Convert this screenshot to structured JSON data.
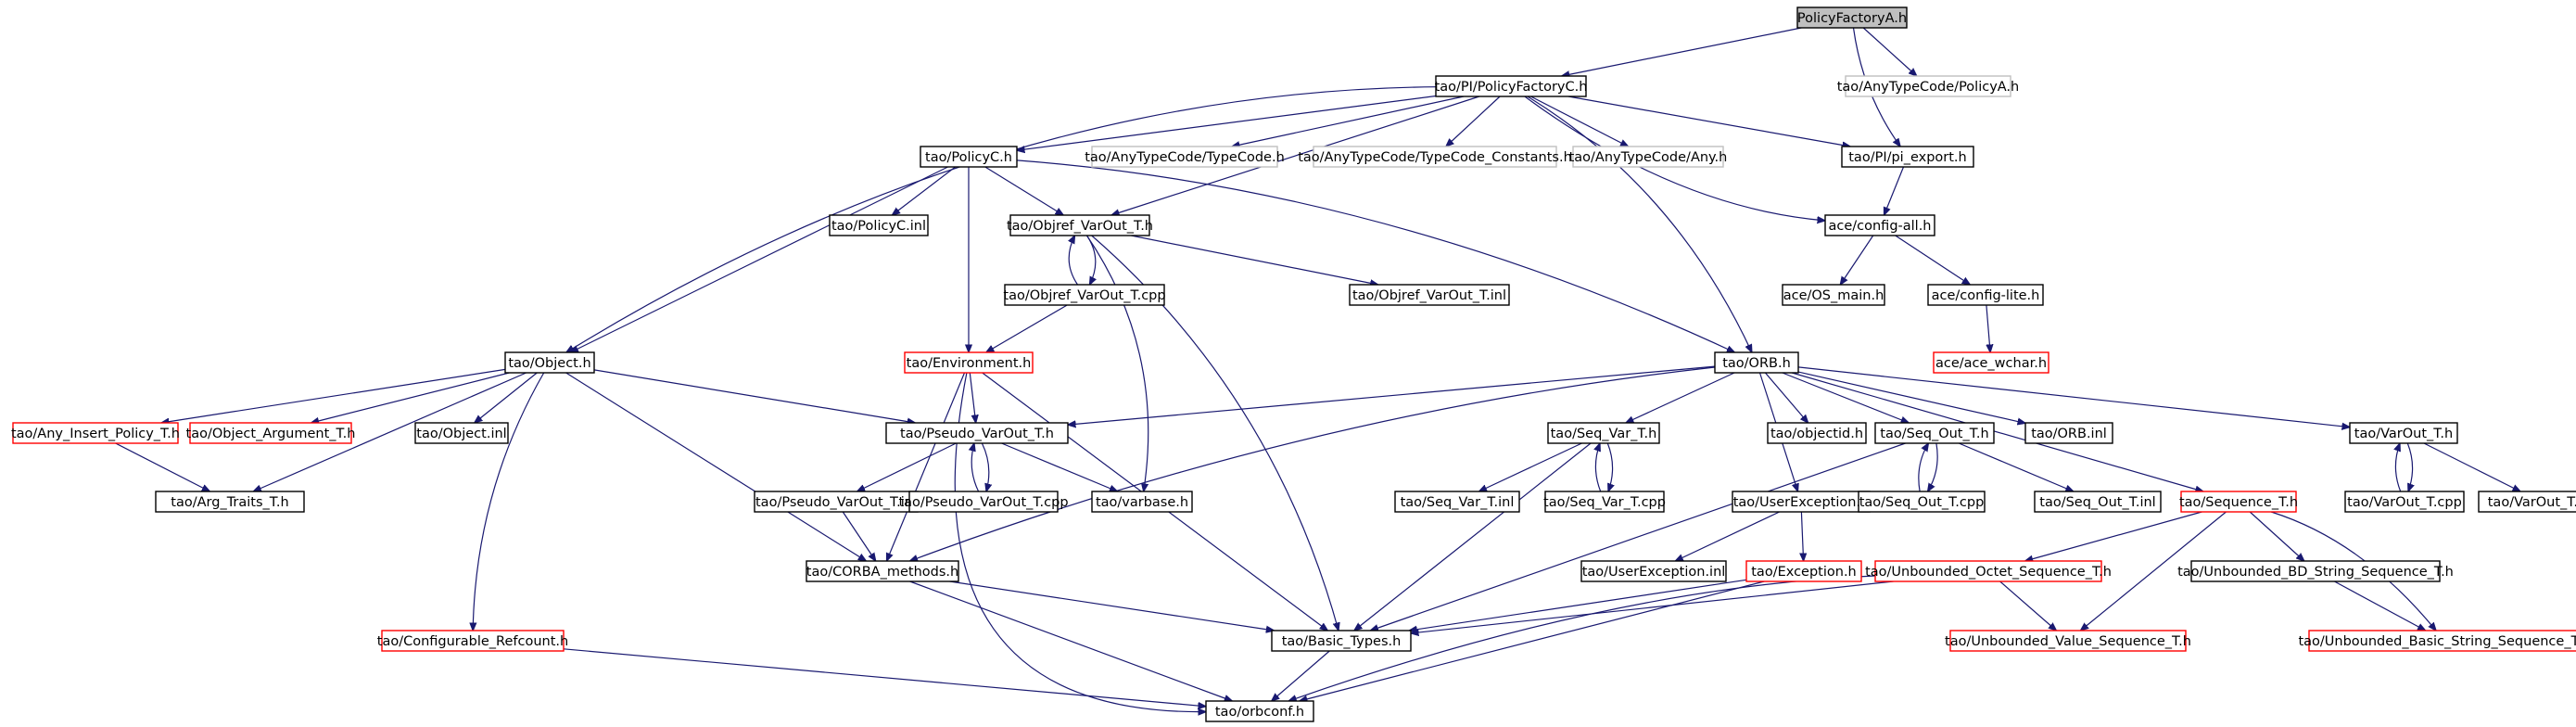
{
  "colors": {
    "edge": "#191970",
    "node_border": "#000000",
    "missing_border": "#bfbfbf",
    "incomplete_border": "#ff0000",
    "root_fill": "#bfbfbf",
    "node_fill": "#ffffff",
    "text": "#000000"
  },
  "nodes": [
    {
      "id": "root",
      "label": "PolicyFactoryA.h",
      "kind": "root"
    },
    {
      "id": "pifac",
      "label": "tao/PI/PolicyFactoryC.h",
      "kind": "normal"
    },
    {
      "id": "anypa",
      "label": "tao/AnyTypeCode/PolicyA.h",
      "kind": "missing"
    },
    {
      "id": "policyc",
      "label": "tao/PolicyC.h",
      "kind": "normal"
    },
    {
      "id": "tc",
      "label": "tao/AnyTypeCode/TypeCode.h",
      "kind": "missing"
    },
    {
      "id": "tcc",
      "label": "tao/AnyTypeCode/TypeCode_Constants.h",
      "kind": "missing"
    },
    {
      "id": "anyh",
      "label": "tao/AnyTypeCode/Any.h",
      "kind": "missing"
    },
    {
      "id": "piexp",
      "label": "tao/PI/pi_export.h",
      "kind": "normal"
    },
    {
      "id": "policyinl",
      "label": "tao/PolicyC.inl",
      "kind": "normal"
    },
    {
      "id": "objvo",
      "label": "tao/Objref_VarOut_T.h",
      "kind": "normal"
    },
    {
      "id": "configall",
      "label": "ace/config-all.h",
      "kind": "normal"
    },
    {
      "id": "objvocpp",
      "label": "tao/Objref_VarOut_T.cpp",
      "kind": "normal"
    },
    {
      "id": "objvoinl",
      "label": "tao/Objref_VarOut_T.inl",
      "kind": "normal"
    },
    {
      "id": "osmain",
      "label": "ace/OS_main.h",
      "kind": "normal"
    },
    {
      "id": "configlite",
      "label": "ace/config-lite.h",
      "kind": "normal"
    },
    {
      "id": "acewchar",
      "label": "ace/ace_wchar.h",
      "kind": "incomplete"
    },
    {
      "id": "object",
      "label": "tao/Object.h",
      "kind": "normal"
    },
    {
      "id": "env",
      "label": "tao/Environment.h",
      "kind": "incomplete"
    },
    {
      "id": "orb",
      "label": "tao/ORB.h",
      "kind": "normal"
    },
    {
      "id": "anyins",
      "label": "tao/Any_Insert_Policy_T.h",
      "kind": "incomplete"
    },
    {
      "id": "objarg",
      "label": "tao/Object_Argument_T.h",
      "kind": "incomplete"
    },
    {
      "id": "objinl",
      "label": "tao/Object.inl",
      "kind": "normal"
    },
    {
      "id": "pseudo",
      "label": "tao/Pseudo_VarOut_T.h",
      "kind": "normal"
    },
    {
      "id": "seqvar",
      "label": "tao/Seq_Var_T.h",
      "kind": "normal"
    },
    {
      "id": "objectid",
      "label": "tao/objectid.h",
      "kind": "normal"
    },
    {
      "id": "seqout",
      "label": "tao/Seq_Out_T.h",
      "kind": "normal"
    },
    {
      "id": "orbinl",
      "label": "tao/ORB.inl",
      "kind": "normal"
    },
    {
      "id": "varout",
      "label": "tao/VarOut_T.h",
      "kind": "normal"
    },
    {
      "id": "argtr",
      "label": "tao/Arg_Traits_T.h",
      "kind": "normal"
    },
    {
      "id": "pseudoinl",
      "label": "tao/Pseudo_VarOut_T.inl",
      "kind": "normal"
    },
    {
      "id": "pseudocpp",
      "label": "tao/Pseudo_VarOut_T.cpp",
      "kind": "normal"
    },
    {
      "id": "varbase",
      "label": "tao/varbase.h",
      "kind": "normal"
    },
    {
      "id": "seqvarinl",
      "label": "tao/Seq_Var_T.inl",
      "kind": "normal"
    },
    {
      "id": "seqvarcpp",
      "label": "tao/Seq_Var_T.cpp",
      "kind": "normal"
    },
    {
      "id": "userexc",
      "label": "tao/UserException.h",
      "kind": "normal"
    },
    {
      "id": "seqoutcpp",
      "label": "tao/Seq_Out_T.cpp",
      "kind": "normal"
    },
    {
      "id": "seqoutinl",
      "label": "tao/Seq_Out_T.inl",
      "kind": "normal"
    },
    {
      "id": "seqt",
      "label": "tao/Sequence_T.h",
      "kind": "incomplete"
    },
    {
      "id": "varoutcpp",
      "label": "tao/VarOut_T.cpp",
      "kind": "normal"
    },
    {
      "id": "varoutinl",
      "label": "tao/VarOut_T.inl",
      "kind": "normal"
    },
    {
      "id": "corba",
      "label": "tao/CORBA_methods.h",
      "kind": "normal"
    },
    {
      "id": "userexcinl",
      "label": "tao/UserException.inl",
      "kind": "normal"
    },
    {
      "id": "exc",
      "label": "tao/Exception.h",
      "kind": "incomplete"
    },
    {
      "id": "unboct",
      "label": "tao/Unbounded_Octet_Sequence_T.h",
      "kind": "incomplete"
    },
    {
      "id": "unbbd",
      "label": "tao/Unbounded_BD_String_Sequence_T.h",
      "kind": "normal"
    },
    {
      "id": "confref",
      "label": "tao/Configurable_Refcount.h",
      "kind": "incomplete"
    },
    {
      "id": "basic",
      "label": "tao/Basic_Types.h",
      "kind": "normal"
    },
    {
      "id": "unbval",
      "label": "tao/Unbounded_Value_Sequence_T.h",
      "kind": "incomplete"
    },
    {
      "id": "unbbs",
      "label": "tao/Unbounded_Basic_String_Sequence_T.h",
      "kind": "incomplete"
    },
    {
      "id": "orbconf",
      "label": "tao/orbconf.h",
      "kind": "normal"
    }
  ],
  "edges": [
    [
      "root",
      "pifac"
    ],
    [
      "root",
      "anypa"
    ],
    [
      "root",
      "piexp"
    ],
    [
      "pifac",
      "policyc"
    ],
    [
      "pifac",
      "tc"
    ],
    [
      "pifac",
      "tcc"
    ],
    [
      "pifac",
      "anyh"
    ],
    [
      "pifac",
      "piexp"
    ],
    [
      "pifac",
      "objvo"
    ],
    [
      "pifac",
      "object"
    ],
    [
      "pifac",
      "orb"
    ],
    [
      "pifac",
      "configall"
    ],
    [
      "piexp",
      "configall"
    ],
    [
      "configall",
      "osmain"
    ],
    [
      "configall",
      "configlite"
    ],
    [
      "configlite",
      "acewchar"
    ],
    [
      "policyc",
      "policyinl"
    ],
    [
      "policyc",
      "objvo"
    ],
    [
      "policyc",
      "object"
    ],
    [
      "policyc",
      "env"
    ],
    [
      "policyc",
      "orb"
    ],
    [
      "objvo",
      "objvocpp"
    ],
    [
      "objvocpp",
      "objvo"
    ],
    [
      "objvo",
      "objvoinl"
    ],
    [
      "objvo",
      "varbase"
    ],
    [
      "objvo",
      "basic"
    ],
    [
      "objvocpp",
      "env"
    ],
    [
      "object",
      "anyins"
    ],
    [
      "object",
      "objarg"
    ],
    [
      "object",
      "objinl"
    ],
    [
      "object",
      "argtr"
    ],
    [
      "object",
      "pseudo"
    ],
    [
      "object",
      "corba"
    ],
    [
      "object",
      "confref"
    ],
    [
      "anyins",
      "argtr"
    ],
    [
      "env",
      "pseudo"
    ],
    [
      "env",
      "corba"
    ],
    [
      "env",
      "basic"
    ],
    [
      "env",
      "orbconf"
    ],
    [
      "orb",
      "pseudo"
    ],
    [
      "orb",
      "seqvar"
    ],
    [
      "orb",
      "objectid"
    ],
    [
      "orb",
      "seqout"
    ],
    [
      "orb",
      "orbinl"
    ],
    [
      "orb",
      "varout"
    ],
    [
      "orb",
      "userexc"
    ],
    [
      "orb",
      "seqt"
    ],
    [
      "orb",
      "corba"
    ],
    [
      "pseudo",
      "pseudoinl"
    ],
    [
      "pseudo",
      "pseudocpp"
    ],
    [
      "pseudocpp",
      "pseudo"
    ],
    [
      "pseudo",
      "varbase"
    ],
    [
      "pseudoinl",
      "corba"
    ],
    [
      "seqvar",
      "seqvarinl"
    ],
    [
      "seqvar",
      "seqvarcpp"
    ],
    [
      "seqvarcpp",
      "seqvar"
    ],
    [
      "seqvar",
      "basic"
    ],
    [
      "seqout",
      "seqoutcpp"
    ],
    [
      "seqoutcpp",
      "seqout"
    ],
    [
      "seqout",
      "seqoutinl"
    ],
    [
      "seqout",
      "basic"
    ],
    [
      "varout",
      "varoutcpp"
    ],
    [
      "varoutcpp",
      "varout"
    ],
    [
      "varout",
      "varoutinl"
    ],
    [
      "userexc",
      "userexcinl"
    ],
    [
      "userexc",
      "exc"
    ],
    [
      "exc",
      "basic"
    ],
    [
      "exc",
      "orbconf"
    ],
    [
      "seqt",
      "unboct"
    ],
    [
      "seqt",
      "unbbd"
    ],
    [
      "seqt",
      "unbval"
    ],
    [
      "seqt",
      "unbbs"
    ],
    [
      "unboct",
      "basic"
    ],
    [
      "unboct",
      "unbval"
    ],
    [
      "unboct",
      "orbconf"
    ],
    [
      "unbbd",
      "unbbs"
    ],
    [
      "corba",
      "basic"
    ],
    [
      "corba",
      "orbconf"
    ],
    [
      "confref",
      "orbconf"
    ],
    [
      "basic",
      "orbconf"
    ]
  ]
}
